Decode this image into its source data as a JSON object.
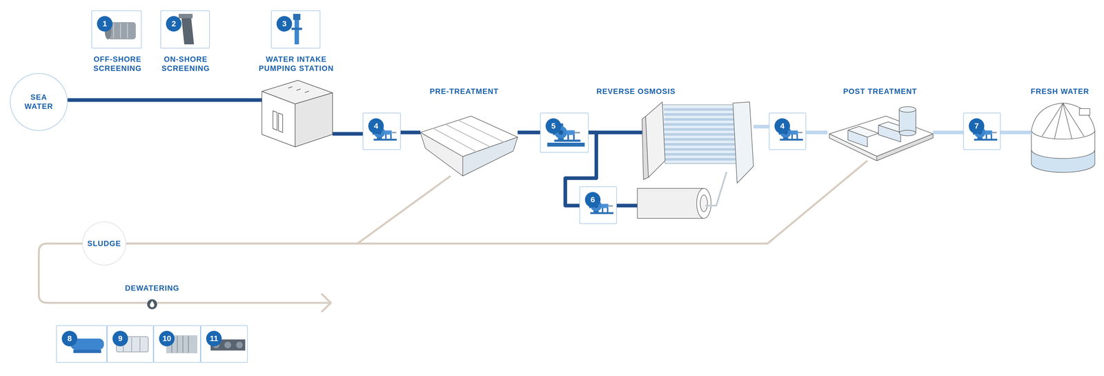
{
  "diagram": {
    "nodes": [
      {
        "text": [
          "SEA WATER"
        ]
      },
      {
        "text": [
          "1",
          "OFF-SHORE SCREENING"
        ]
      },
      {
        "text": [
          "2",
          "ON-SHORE SCREENING"
        ]
      },
      {
        "text": [
          "3",
          "WATER INTAKE PUMPING STATION"
        ]
      },
      {
        "text": [
          "4"
        ]
      },
      {
        "text": [
          "PRE-TREATMENT"
        ]
      },
      {
        "text": [
          "5"
        ]
      },
      {
        "text": [
          "REVERSE OSMOSIS"
        ]
      },
      {
        "text": [
          "6"
        ]
      },
      {
        "text": [
          "4"
        ]
      },
      {
        "text": [
          "POST TREATMENT"
        ]
      },
      {
        "text": [
          "7"
        ]
      },
      {
        "text": [
          "FRESH WATER"
        ]
      },
      {
        "text": [
          "SLUDGE"
        ]
      },
      {
        "text": [
          "8"
        ]
      },
      {
        "text": [
          "9"
        ]
      },
      {
        "text": [
          "10"
        ]
      },
      {
        "text": [
          "11"
        ]
      }
    ],
    "edges": [
      {
        "from": 4,
        "to": 5,
        "arrow": "none"
      },
      {
        "from": 5,
        "to": 6,
        "arrow": "none"
      },
      {
        "from": 6,
        "to": 7,
        "arrow": "none"
      },
      {
        "from": 6,
        "to": 8,
        "arrow": "none"
      },
      {
        "from": 7,
        "to": 9,
        "arrow": "none"
      },
      {
        "from": 9,
        "to": 10,
        "arrow": "none"
      },
      {
        "from": 10,
        "to": 11,
        "arrow": "none"
      },
      {
        "from": 11,
        "to": 12,
        "arrow": "none"
      },
      {
        "from": 5,
        "to": 13,
        "arrow": "none"
      },
      {
        "from": 10,
        "to": 13,
        "arrow": "none"
      }
    ],
    "labels": [
      "DEWATERING"
    ]
  }
}
